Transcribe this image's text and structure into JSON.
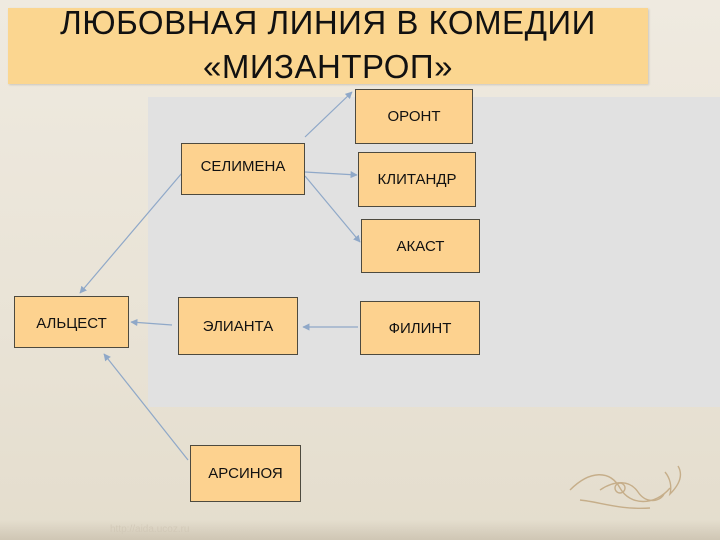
{
  "title": {
    "line1": "ЛЮБОВНАЯ ЛИНИЯ В КОМЕДИИ",
    "line2": "«МИЗАНТРОП»"
  },
  "nodes": {
    "oront": "ОРОНТ",
    "selimena": "СЕЛИМЕНА",
    "klitandr": "КЛИТАНДР",
    "akast": "АКАСТ",
    "alcest": "АЛЬЦЕСТ",
    "elianta": "ЭЛИАНТА",
    "filint": "ФИЛИНТ",
    "arsinoya": "АРСИНОЯ"
  },
  "watermark": "http://aida.ucoz.ru",
  "colors": {
    "title_fill": "#fbd690",
    "box_fill": "#fdd28f",
    "connector": "#8fa8c8",
    "panel": "#e1e1e1"
  }
}
